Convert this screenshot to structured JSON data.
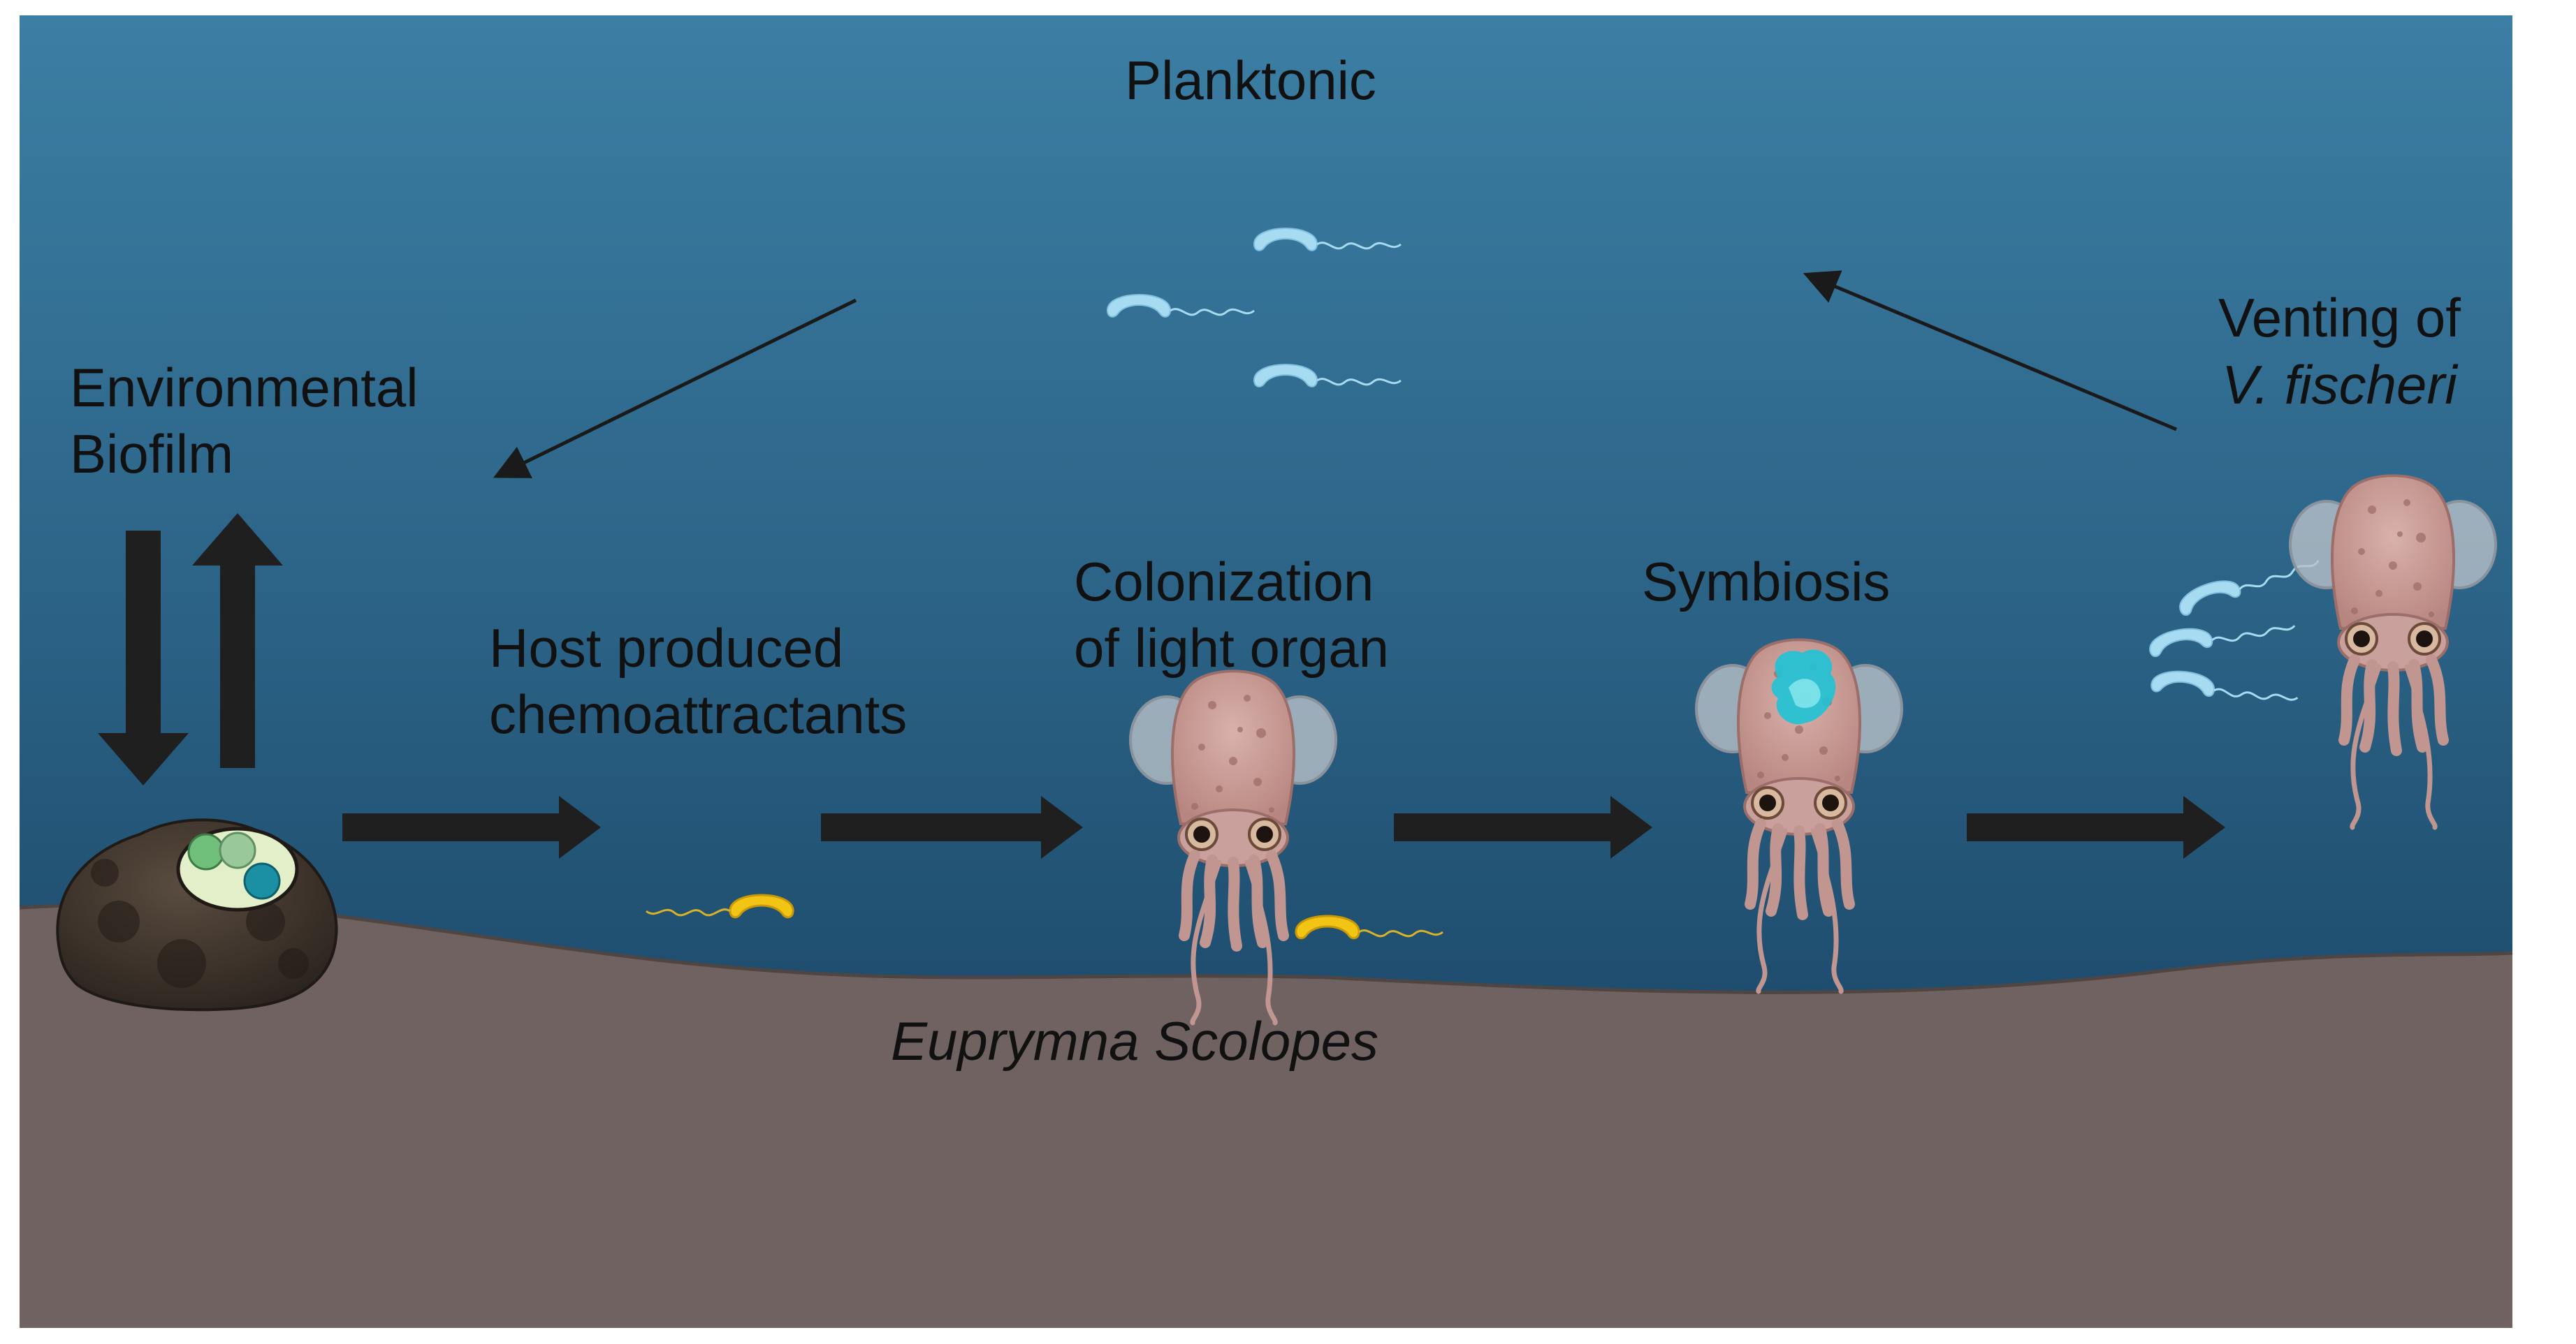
{
  "labels": {
    "planktonic": "Planktonic",
    "environmental": "Environmental",
    "biofilm": "Biofilm",
    "host_line1": "Host produced",
    "host_line2": "chemoattractants",
    "colonization_line1": "Colonization",
    "colonization_line2": "of light organ",
    "symbiosis": "Symbiosis",
    "venting_line1": "Venting of",
    "venting_line2": "V. fischeri",
    "species": "Euprymna Scolopes"
  },
  "colors": {
    "water_top": "#3c7da3",
    "water_bottom": "#163e5f",
    "seabed": "#6f6260",
    "seabed_edge": "#4f4543",
    "arrow": "#1f1f1f",
    "planktonic_bacteria": "#a7dbf2",
    "chemo_bacteria": "#f2c514",
    "symbiont_glow": "#1ec3d6",
    "squid_body": "#c9a09b",
    "rock": "#3a3129"
  },
  "icons": {
    "rock": "biofilm-rock-icon",
    "squid": "squid-icon",
    "bacterium": "bacterium-icon"
  }
}
